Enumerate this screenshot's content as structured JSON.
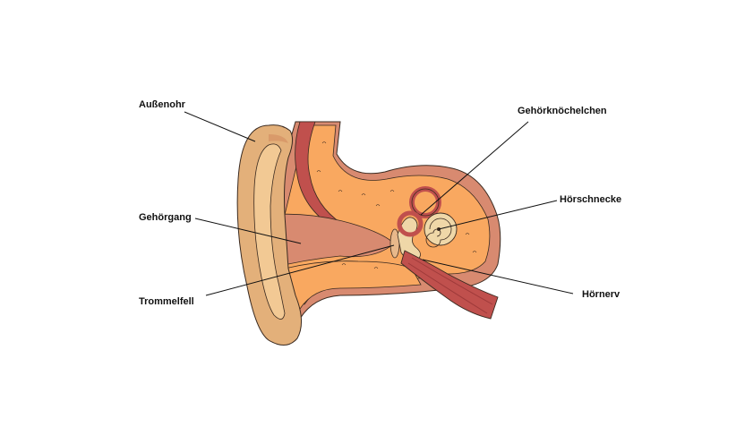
{
  "diagram": {
    "labels": {
      "aussenohr": "Außenohr",
      "gehoergang": "Gehörgang",
      "trommelfell": "Trommelfell",
      "gehoerknoechelchen": "Gehörknöchelchen",
      "hoerschnecke": "Hörschnecke",
      "hoernerv": "Hörnerv"
    }
  },
  "colors": {
    "skin_light": "#f2c994",
    "skin_mid": "#e3b07a",
    "tissue_orange": "#f9a860",
    "tissue_pink": "#d88a70",
    "muscle_red": "#c0504d",
    "muscle_dark": "#9e3a3a",
    "bone": "#efd7a8",
    "outline": "#3a2a20"
  }
}
